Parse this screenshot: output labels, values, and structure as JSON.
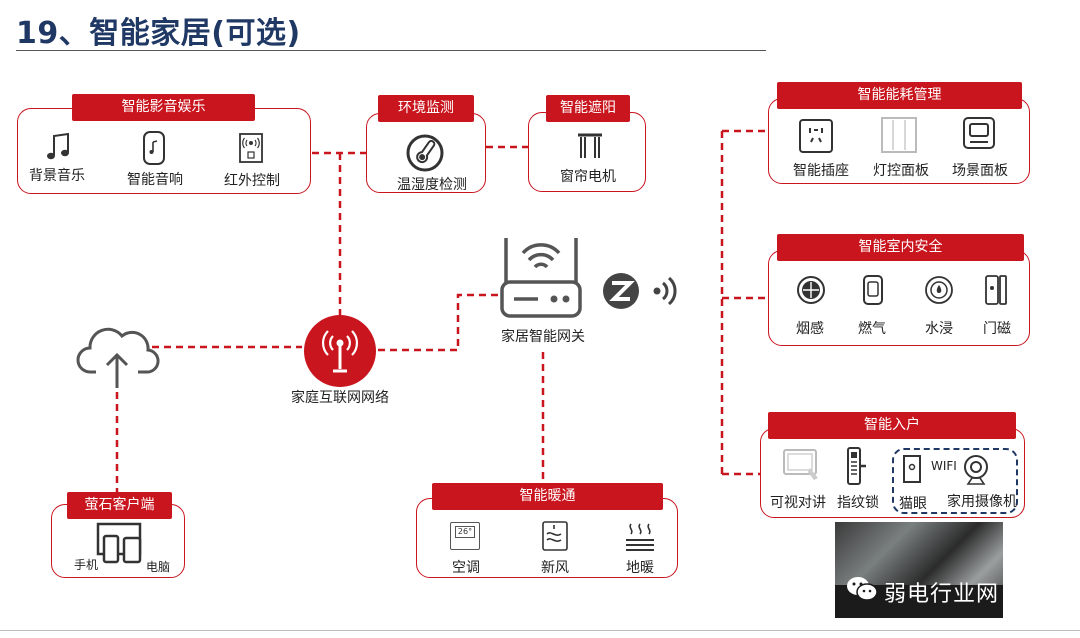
{
  "header": {
    "title": "19、智能家居(可选)"
  },
  "colors": {
    "accent": "#c9151e",
    "title": "#1f3864",
    "dashed_group": "#1f3864"
  },
  "groups": {
    "entertainment": {
      "title": "智能影音娱乐",
      "items": [
        "背景音乐",
        "智能音响",
        "红外控制"
      ]
    },
    "env": {
      "title": "环境监测",
      "items": [
        "温湿度检测"
      ]
    },
    "shade": {
      "title": "智能遮阳",
      "items": [
        "窗帘电机"
      ]
    },
    "energy": {
      "title": "智能能耗管理",
      "items": [
        "智能插座",
        "灯控面板",
        "场景面板"
      ]
    },
    "safety": {
      "title": "智能室内安全",
      "items": [
        "烟感",
        "燃气",
        "水浸",
        "门磁"
      ]
    },
    "entry": {
      "title": "智能入户",
      "items": [
        "可视对讲",
        "指纹锁",
        "猫眼",
        "家用摄像机"
      ],
      "wifi": "WIFI"
    },
    "heating": {
      "title": "智能暖通",
      "items": [
        "空调",
        "新风",
        "地暖"
      ],
      "ac_display": "26°"
    },
    "client": {
      "title": "萤石客户端",
      "items": [
        "手机",
        "电脑"
      ]
    }
  },
  "nodes": {
    "network": "家庭互联网网络",
    "gateway": "家居智能网关"
  },
  "icons": {
    "music": "music-note-icon",
    "speaker": "smart-speaker-icon",
    "ir": "ir-remote-icon",
    "thermo": "thermometer-icon",
    "curtain": "curtain-icon",
    "cloud": "cloud-upload-icon",
    "antenna": "antenna-icon",
    "router": "router-icon",
    "zigbee": "zigbee-icon",
    "signal": "signal-waves-icon"
  },
  "watermark": {
    "text": "弱电行业网"
  }
}
